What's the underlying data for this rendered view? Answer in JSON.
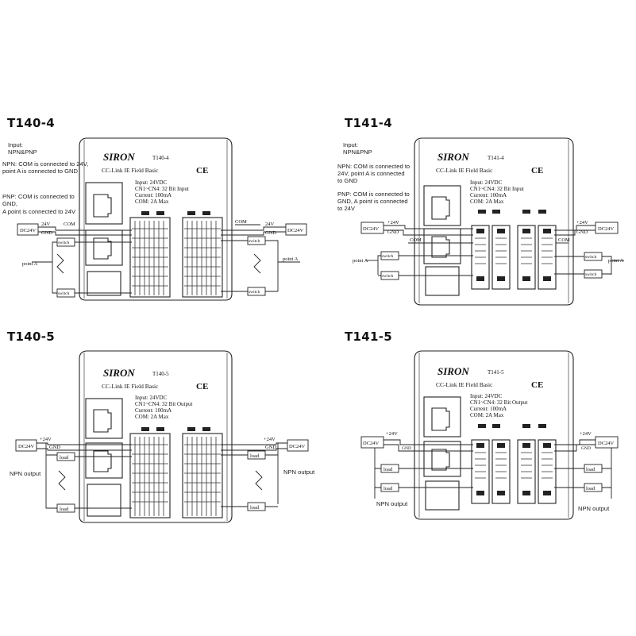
{
  "brand": "SIRON",
  "ce_mark": "CE",
  "panels": [
    {
      "id": "t140-4",
      "title": "T140-4",
      "model": "T140-4",
      "subtitle": "CC-Link IE Field Basic",
      "specs": [
        "Input: 24VDC",
        "CN1~CN4: 32 Bit Input",
        "Current: 100mA",
        "COM: 2A Max"
      ],
      "notes": [
        "Input:",
        "NPN&PNP",
        "NPN: COM is connected to 24V,",
        "point A is connected to GND",
        "",
        "PNP: COM is connected to",
        "GND,",
        "A point is connected to 24V"
      ],
      "labels": {
        "dc24v": "DC24V",
        "v24": "24V",
        "com": "COM",
        "gnd": "GND",
        "switch": "switch",
        "point_a": "point A"
      }
    },
    {
      "id": "t141-4",
      "title": "T141-4",
      "model": "T141-4",
      "subtitle": "CC-Link IE Field Basic",
      "specs": [
        "Input: 24VDC",
        "CN1~CN4: 32 Bit Input",
        "Current: 100mA",
        "COM: 2A Max"
      ],
      "notes": [
        "Input:",
        "NPN&PNP",
        "NPN: COM is connected to",
        "24V, point A is connected",
        "to GND",
        "PNP: COM is connected to",
        "GND, A point is connected",
        "to 24V"
      ],
      "labels": {
        "dc24v": "DC24V",
        "v24": "+24V",
        "com": "COM",
        "gnd": "GND",
        "switch": "switch",
        "point_a": "point A"
      }
    },
    {
      "id": "t140-5",
      "title": "T140-5",
      "model": "T140-5",
      "subtitle": "CC-Link IE Field Basic",
      "specs": [
        "Input: 24VDC",
        "CN1~CN4: 32 Bit Output",
        "Current: 100mA",
        "COM: 2A Max"
      ],
      "notes": [
        "NPN output",
        "NPN output"
      ],
      "labels": {
        "dc24v": "DC24V",
        "v24": "+24V",
        "gnd": "GND",
        "load": "load"
      }
    },
    {
      "id": "t141-5",
      "title": "T141-5",
      "model": "T141-5",
      "subtitle": "CC-Link IE Field Basic",
      "specs": [
        "Input: 24VDC",
        "CN1~CN4: 32 Bit Output",
        "Current: 100mA",
        "COM: 2A Max"
      ],
      "notes": [
        "NPN output",
        "NPN output"
      ],
      "labels": {
        "dc24v": "DC24V",
        "v24": "+24V",
        "gnd": "GND",
        "load": "load"
      }
    }
  ]
}
